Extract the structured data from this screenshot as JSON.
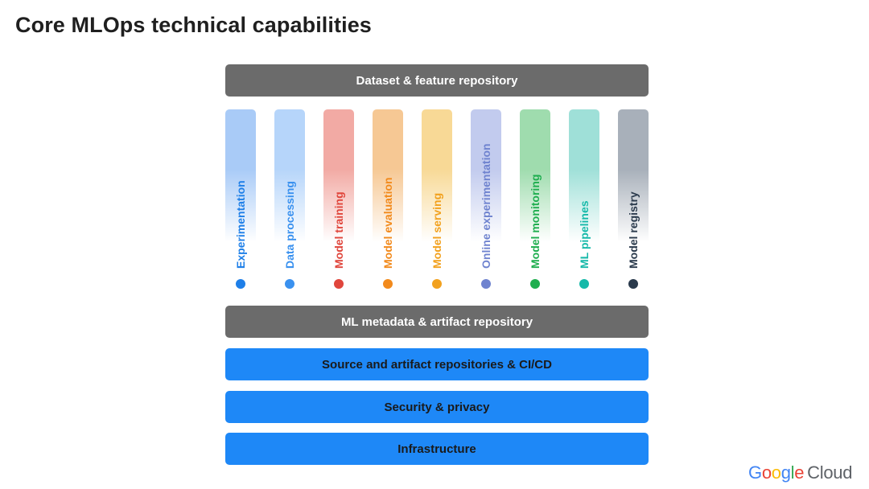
{
  "title": "Core MLOps technical capabilities",
  "top_bar": "Dataset & feature repository",
  "columns": [
    {
      "label": "Experimentation",
      "color": "#1e7fe8",
      "tint": "#a9cbf7"
    },
    {
      "label": "Data processing",
      "color": "#3a91ef",
      "tint": "#b6d5fa"
    },
    {
      "label": "Model training",
      "color": "#e0463c",
      "tint": "#f2aaa4"
    },
    {
      "label": "Model evaluation",
      "color": "#f28a1c",
      "tint": "#f6c894"
    },
    {
      "label": "Model serving",
      "color": "#f2a11e",
      "tint": "#f8d996"
    },
    {
      "label": "Online experimentation",
      "color": "#6f83cf",
      "tint": "#c2cbee"
    },
    {
      "label": "Model monitoring",
      "color": "#1fae4f",
      "tint": "#9fdcae"
    },
    {
      "label": "ML pipelines",
      "color": "#16b9a9",
      "tint": "#9fe0d8"
    },
    {
      "label": "Model registry",
      "color": "#2a3a4c",
      "tint": "#a8b0ba"
    }
  ],
  "middle_bar": "ML metadata & artifact repository",
  "bottom_bars": [
    "Source and artifact repositories & CI/CD",
    "Security & privacy",
    "Infrastructure"
  ],
  "logo": {
    "google": "Google",
    "cloud": "Cloud"
  }
}
